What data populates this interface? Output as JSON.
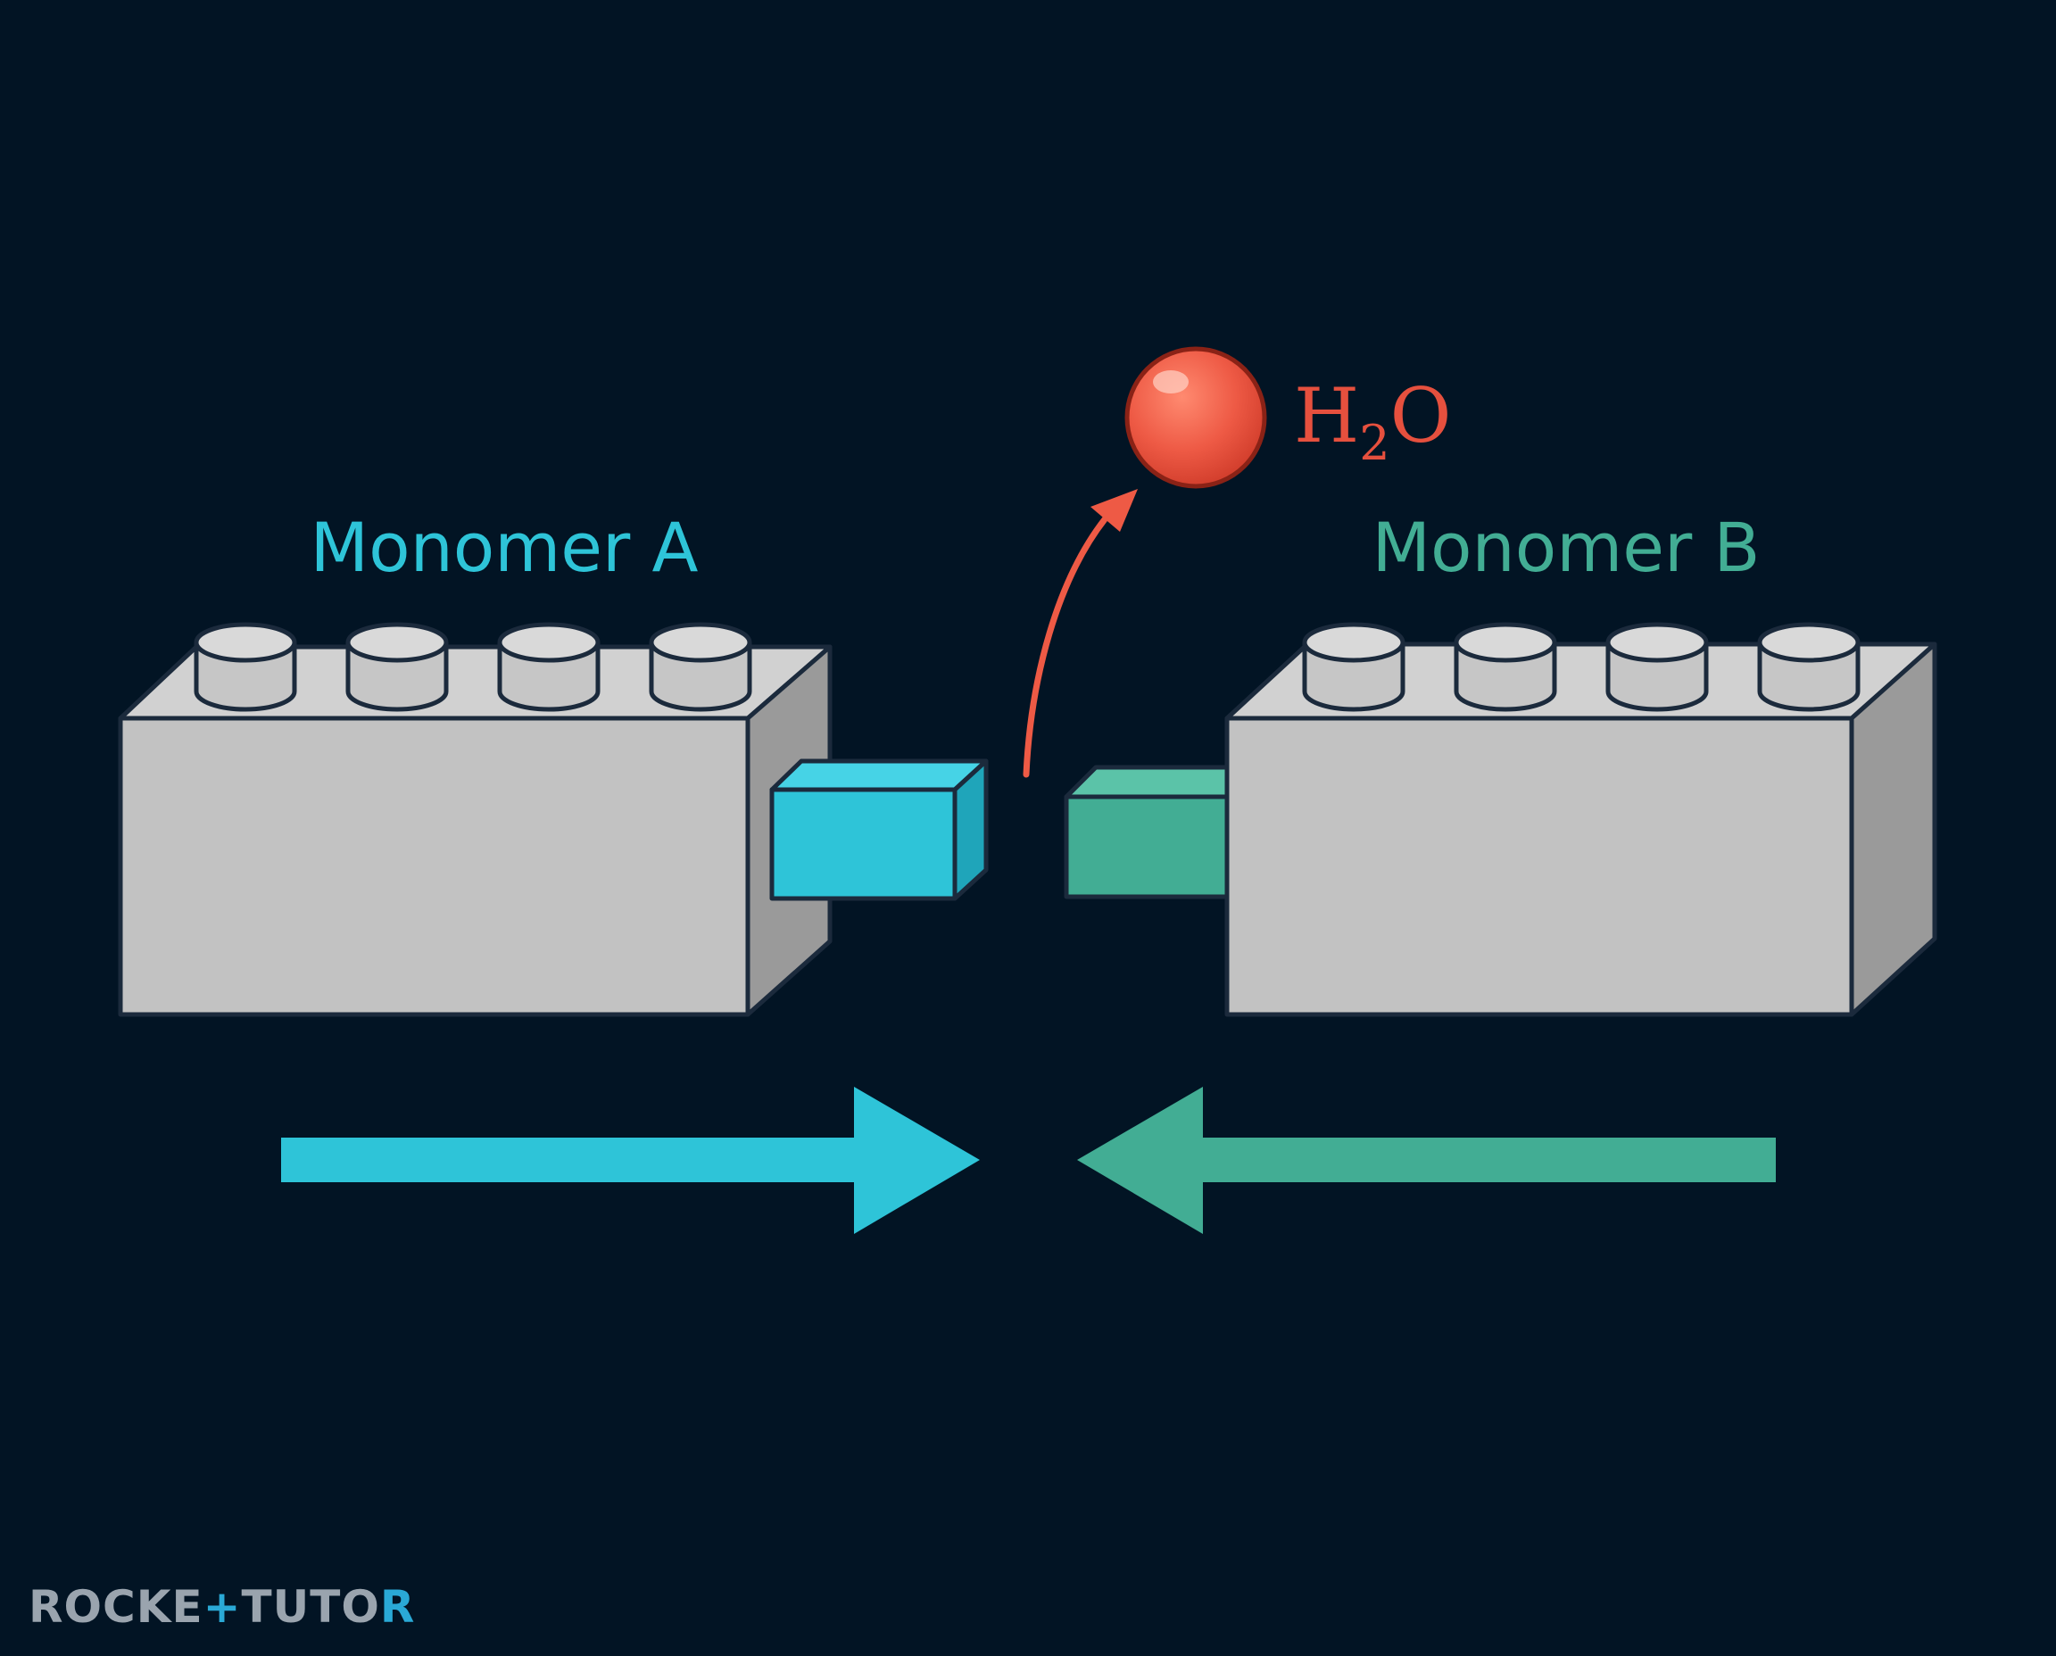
{
  "labels": {
    "monomer_a": "Monomer A",
    "monomer_b": "Monomer B",
    "water_main": "H",
    "water_sub": "2",
    "water_tail": "O"
  },
  "logo": {
    "part1": "ROCKE",
    "part2": "TUTO",
    "part3": "R"
  },
  "colors": {
    "background": "#021424",
    "brick_face": "#c2c2c2",
    "brick_top": "#d1d1d1",
    "brick_side": "#9a9a9a",
    "outline": "#1b2a3c",
    "monomer_a": "#2ec4d8",
    "monomer_b": "#42ad94",
    "water": "#ee5a45",
    "water_label": "#e6503e",
    "logo": "#9aa4ae",
    "logo_accent": "#2aa9d6"
  }
}
